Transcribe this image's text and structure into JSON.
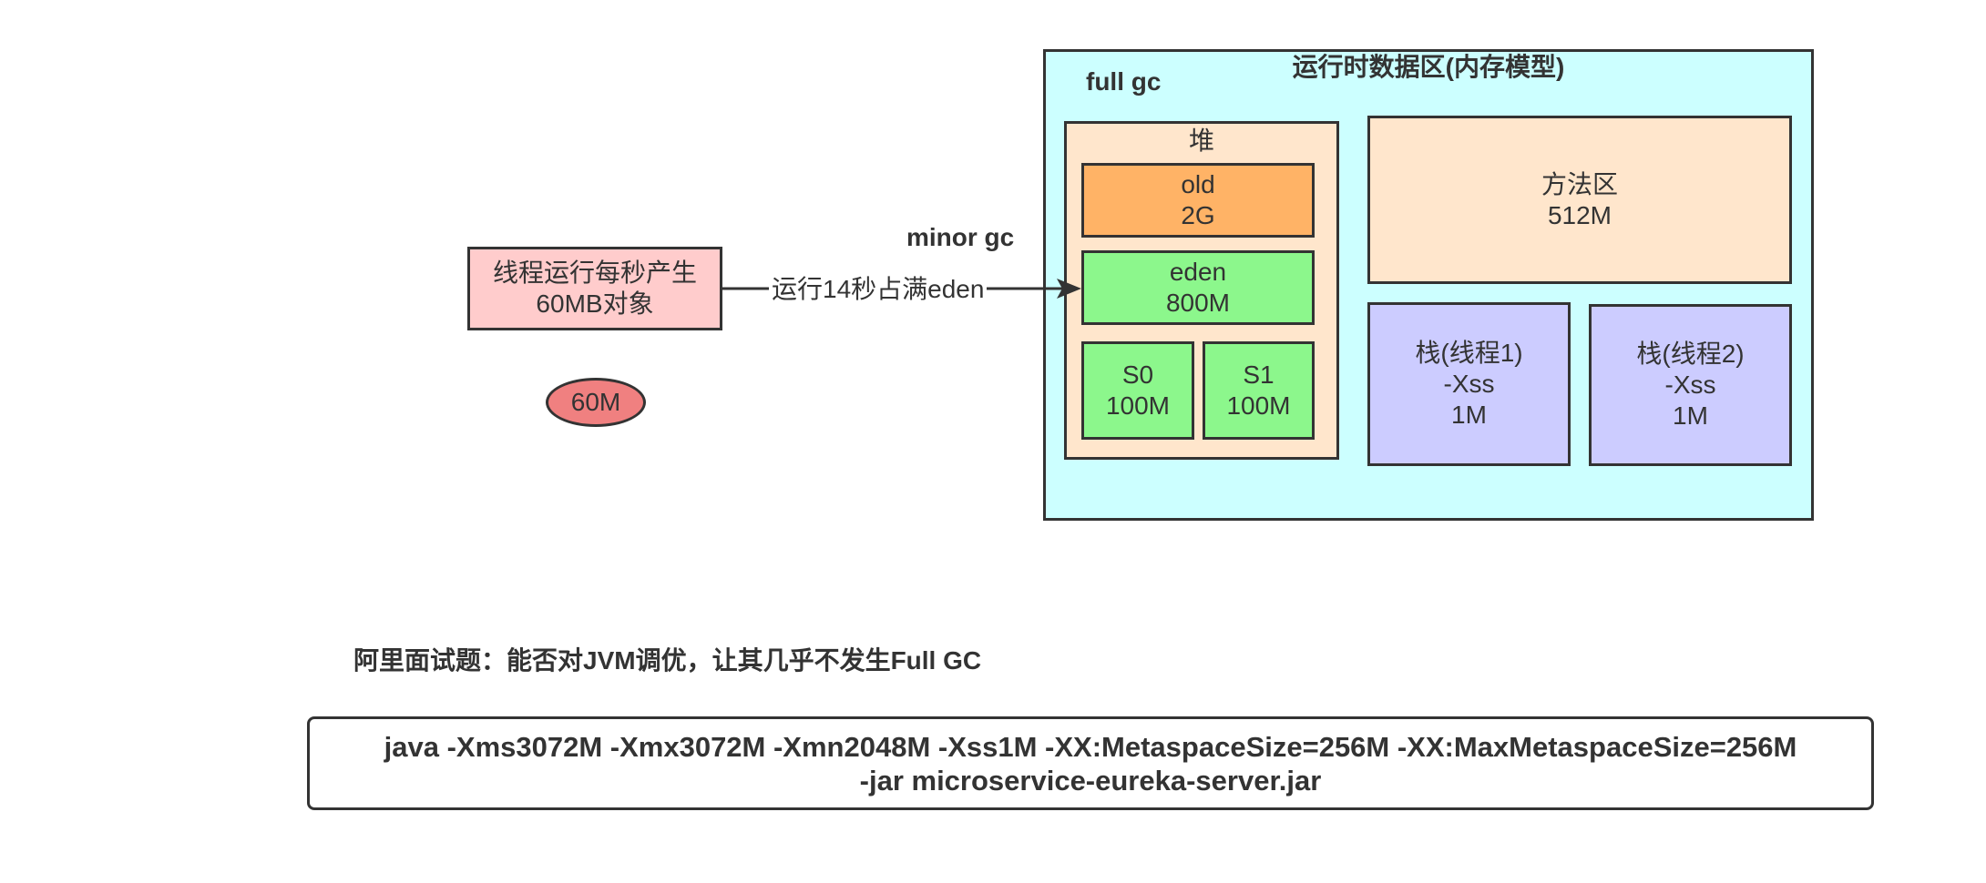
{
  "colors": {
    "runtime_bg": "#ccffff",
    "heap_bg": "#ffe6cc",
    "old_bg": "#ffb366",
    "young_bg": "#8cf78c",
    "method_bg": "#ffe6cc",
    "stack_bg": "#ccccff",
    "thread_bg": "#ffcccc",
    "ellipse_bg": "#f08080",
    "stroke": "#333333"
  },
  "runtime": {
    "title": "运行时数据区(内存模型)",
    "full_gc": "full gc"
  },
  "heap": {
    "title": "堆",
    "old": {
      "name": "old",
      "size": "2G"
    },
    "eden": {
      "name": "eden",
      "size": "800M"
    },
    "s0": {
      "name": "S0",
      "size": "100M"
    },
    "s1": {
      "name": "S1",
      "size": "100M"
    }
  },
  "method_area": {
    "name": "方法区",
    "size": "512M"
  },
  "stacks": [
    {
      "name": "栈(线程1)",
      "flag": "-Xss",
      "size": "1M"
    },
    {
      "name": "栈(线程2)",
      "flag": "-Xss",
      "size": "1M"
    }
  ],
  "thread_box": {
    "line1": "线程运行每秒产生",
    "line2": "60MB对象"
  },
  "arrow_label": "运行14秒占满eden",
  "minor_gc": "minor gc",
  "ellipse": "60M",
  "question": "阿里面试题：能否对JVM调优，让其几乎不发生Full GC",
  "command": {
    "line1": "java -Xms3072M -Xmx3072M -Xmn2048M -Xss1M -XX:MetaspaceSize=256M -XX:MaxMetaspaceSize=256M",
    "line2": "-jar microservice-eureka-server.jar"
  }
}
